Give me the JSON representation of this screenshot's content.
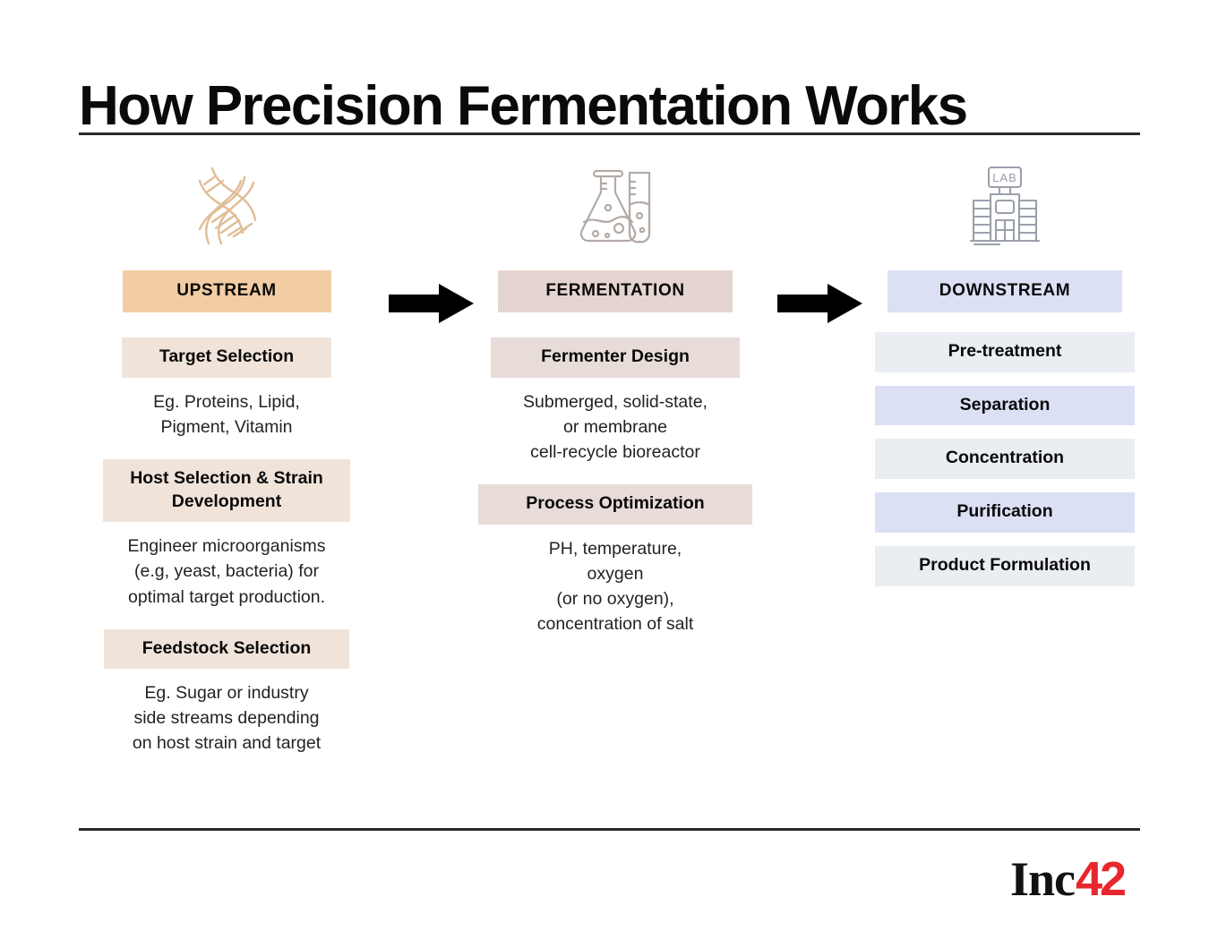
{
  "title": "How Precision Fermentation Works",
  "brand": {
    "logo_text": "Inc",
    "logo_number": "42",
    "accent_color": "#e8262d"
  },
  "arrows": [
    {
      "name": "arrow-upstream-to-fermentation",
      "color": "#000000"
    },
    {
      "name": "arrow-fermentation-to-downstream",
      "color": "#000000"
    }
  ],
  "columns": [
    {
      "id": "upstream",
      "icon": "dna-helix-icon",
      "header": "UPSTREAM",
      "header_color": "#f2cda4",
      "blocks": [
        {
          "label": "Target Selection",
          "label_color": "#f0e4da",
          "body": "Eg. Proteins, Lipid,\nPigment, Vitamin"
        },
        {
          "label": "Host Selection &\nStrain Development",
          "label_color": "#f0e4da",
          "body": "Engineer microorganisms\n(e.g, yeast, bacteria) for\noptimal target production."
        },
        {
          "label": "Feedstock Selection",
          "label_color": "#f0e4da",
          "body": "Eg. Sugar or industry\nside streams depending\non host strain and target"
        }
      ]
    },
    {
      "id": "fermentation",
      "icon": "flask-and-test-tube-icon",
      "header": "FERMENTATION",
      "header_color": "#e5d5d0",
      "blocks": [
        {
          "label": "Fermenter Design",
          "label_color": "#e7dcd8",
          "body": "Submerged, solid-state,\nor membrane\ncell-recycle bioreactor"
        },
        {
          "label": "Process Optimization",
          "label_color": "#e7dcd8",
          "body": "PH, temperature,\noxygen\n(or no oxygen),\nconcentration of salt"
        }
      ]
    },
    {
      "id": "downstream",
      "icon": "lab-building-icon",
      "header": "DOWNSTREAM",
      "header_color": "#dbe0f4",
      "blocks": [
        {
          "label": "Pre-treatment",
          "label_color": "#eaedf2",
          "body": ""
        },
        {
          "label": "Separation",
          "label_color": "#dbe0f4",
          "body": ""
        },
        {
          "label": "Concentration",
          "label_color": "#eaedf2",
          "body": ""
        },
        {
          "label": "Purification",
          "label_color": "#dbe0f4",
          "body": ""
        },
        {
          "label": "Product Formulation",
          "label_color": "#eaedf2",
          "body": ""
        }
      ]
    }
  ]
}
